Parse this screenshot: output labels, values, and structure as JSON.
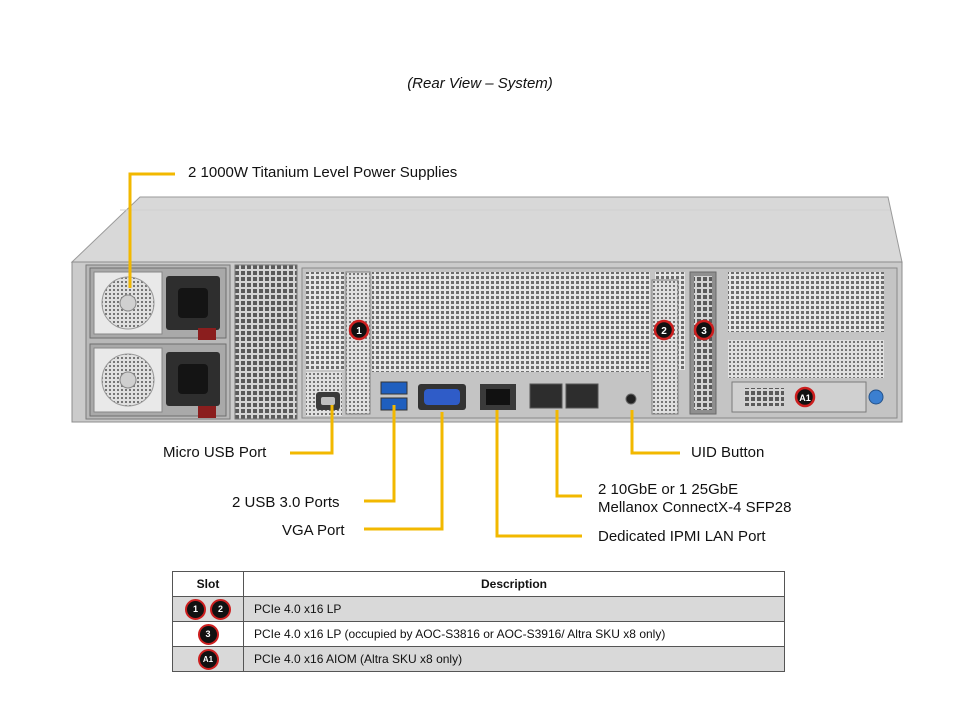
{
  "caption": "(Rear View – System)",
  "callouts": {
    "power_supplies": "2 1000W Titanium  Level  Power Supplies",
    "micro_usb": "Micro USB Port",
    "usb30": "2 USB 3.0 Ports",
    "vga": "VGA Port",
    "uid": "UID Button",
    "sfp_line1": "2 10GbE or 1 25GbE",
    "sfp_line2": "Mellanox  ConnectX-4  SFP28",
    "ipmi": "Dedicated IPMI  LAN Port"
  },
  "slot_markers": {
    "s1": "1",
    "s2": "2",
    "s3": "3",
    "a1": "A1"
  },
  "table": {
    "headers": {
      "slot": "Slot",
      "description": "Description"
    },
    "rows": [
      {
        "slots": [
          "1",
          "2"
        ],
        "description": "PCIe  4.0 x16 LP"
      },
      {
        "slots": [
          "3"
        ],
        "description": "PCIe 4.0 x16 LP (occupied by  AOC-S3816  or AOC-S3916/  Altra SKU x8 only)"
      },
      {
        "slots": [
          "A1"
        ],
        "description": "PCIe 4.0 x16 AIOM (Altra SKU x8 only)"
      }
    ]
  },
  "colors": {
    "leader": "#f2b800",
    "marker_ring": "#cc1f1f",
    "chassis": "#c9c9c9"
  }
}
